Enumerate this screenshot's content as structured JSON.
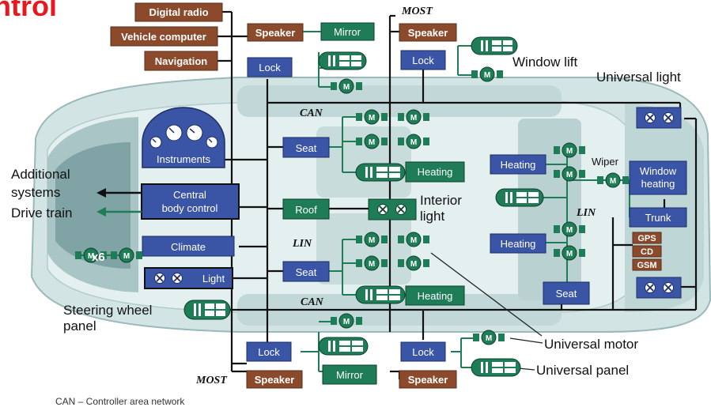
{
  "title": "ntrol",
  "bus": {
    "most": "MOST",
    "can": "CAN",
    "lin": "LIN"
  },
  "brown_modules": {
    "digital_radio": "Digital radio",
    "vehicle_computer": "Vehicle computer",
    "navigation": "Navigation",
    "speaker": "Speaker",
    "gps": "GPS",
    "cd": "CD",
    "gsm": "GSM"
  },
  "blue_modules": {
    "lock": "Lock",
    "seat": "Seat",
    "instruments": "Instruments",
    "central_body_control": [
      "Central",
      "body control"
    ],
    "climate": "Climate",
    "light": "Light",
    "roof": "Roof",
    "heating": "Heating",
    "window_heating": [
      "Window",
      "heating"
    ],
    "trunk": "Trunk"
  },
  "green_modules": {
    "mirror": "Mirror",
    "heating": "Heating",
    "motor": "M"
  },
  "labels": {
    "additional_systems": [
      "Additional",
      "systems"
    ],
    "drive_train": "Drive train",
    "x6": "x6",
    "steering_wheel_panel": [
      "Steering wheel",
      "panel"
    ],
    "interior_light": [
      "Interior",
      "light"
    ],
    "window_lift": "Window lift",
    "universal_light": "Universal light",
    "wiper": "Wiper",
    "universal_motor": "Universal motor",
    "universal_panel": "Universal panel",
    "footnote": "CAN – Controller area network"
  },
  "colors": {
    "brown": "#8b4a2b",
    "blue": "#3a55a6",
    "green": "#1e7d57",
    "title_red": "#e8191e",
    "car_body": "#cfe2e2",
    "car_shade": "#7fa3a5"
  }
}
